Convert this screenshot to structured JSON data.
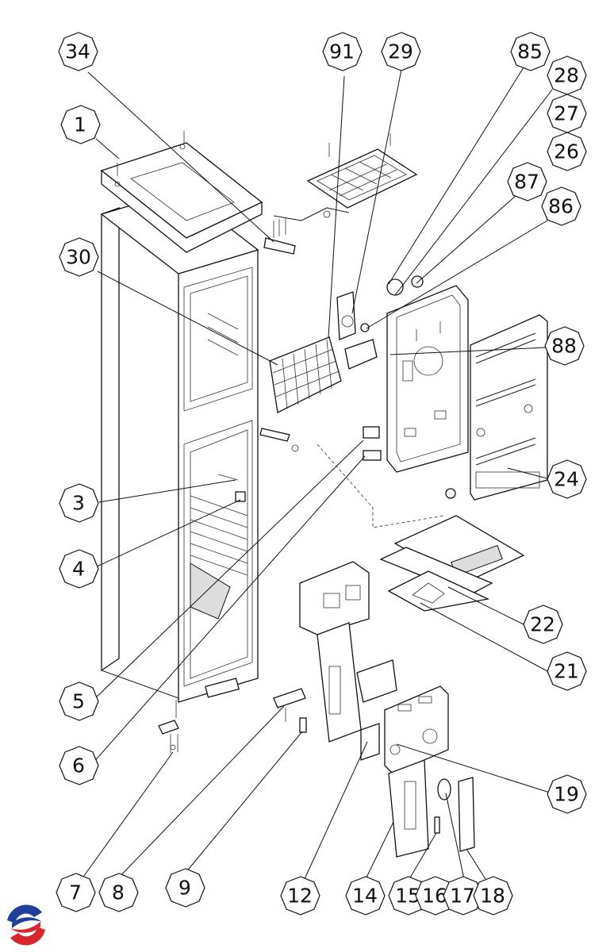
{
  "callouts": [
    {
      "id": "c34",
      "label": "34"
    },
    {
      "id": "c91",
      "label": "91"
    },
    {
      "id": "c29",
      "label": "29"
    },
    {
      "id": "c85",
      "label": "85"
    },
    {
      "id": "c28",
      "label": "28"
    },
    {
      "id": "c27",
      "label": "27"
    },
    {
      "id": "c26",
      "label": "26"
    },
    {
      "id": "c1",
      "label": "1"
    },
    {
      "id": "c87",
      "label": "87"
    },
    {
      "id": "c86",
      "label": "86"
    },
    {
      "id": "c30",
      "label": "30"
    },
    {
      "id": "c88",
      "label": "88"
    },
    {
      "id": "c3",
      "label": "3"
    },
    {
      "id": "c24",
      "label": "24"
    },
    {
      "id": "c4",
      "label": "4"
    },
    {
      "id": "c22",
      "label": "22"
    },
    {
      "id": "c21",
      "label": "21"
    },
    {
      "id": "c5",
      "label": "5"
    },
    {
      "id": "c6",
      "label": "6"
    },
    {
      "id": "c19",
      "label": "19"
    },
    {
      "id": "c7",
      "label": "7"
    },
    {
      "id": "c8",
      "label": "8"
    },
    {
      "id": "c9",
      "label": "9"
    },
    {
      "id": "c12",
      "label": "12"
    },
    {
      "id": "c14",
      "label": "14"
    },
    {
      "id": "c15",
      "label": "15"
    },
    {
      "id": "c16",
      "label": "16"
    },
    {
      "id": "c17",
      "label": "17"
    },
    {
      "id": "c18",
      "label": "18"
    }
  ],
  "colors": {
    "ink": "#111111",
    "logo_blue": "#1f3f9a",
    "logo_red": "#d7262e"
  },
  "logo": {
    "icon": "brand-logo-icon"
  }
}
